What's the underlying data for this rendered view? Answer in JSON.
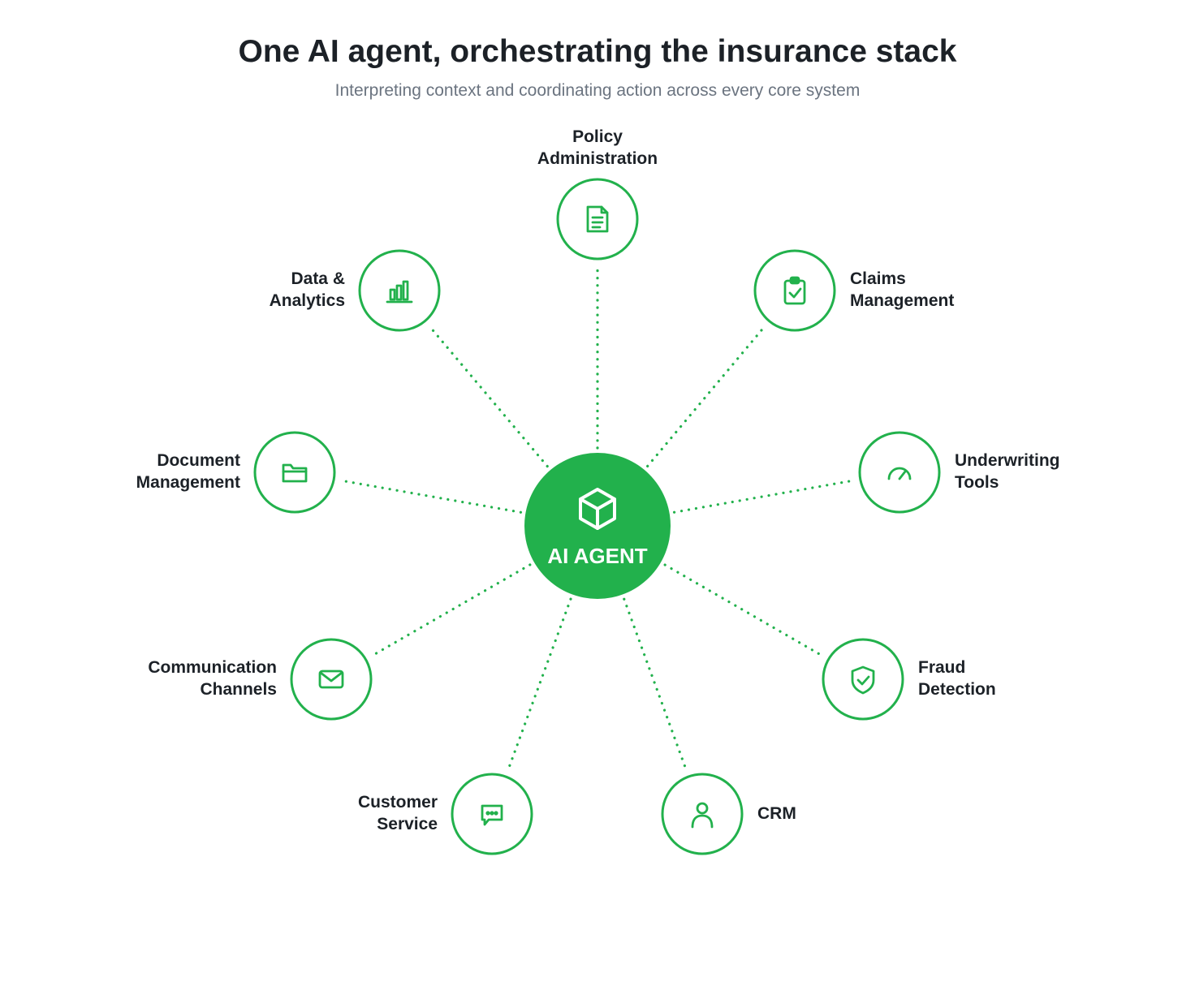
{
  "header": {
    "title": "One AI agent, orchestrating the insurance stack",
    "subtitle": "Interpreting context and coordinating action across every core system"
  },
  "hub": {
    "label": "AI AGENT",
    "icon": "cube-icon"
  },
  "colors": {
    "accent": "#22b14c",
    "text": "#1c2127",
    "muted": "#6b7480"
  },
  "nodes": [
    {
      "id": "policy-administration",
      "lines": [
        "Policy",
        "Administration"
      ],
      "icon": "document-icon"
    },
    {
      "id": "claims-management",
      "lines": [
        "Claims",
        "Management"
      ],
      "icon": "clipboard-check-icon"
    },
    {
      "id": "underwriting-tools",
      "lines": [
        "Underwriting",
        "Tools"
      ],
      "icon": "gauge-icon"
    },
    {
      "id": "fraud-detection",
      "lines": [
        "Fraud",
        "Detection"
      ],
      "icon": "shield-check-icon"
    },
    {
      "id": "crm",
      "lines": [
        "CRM"
      ],
      "icon": "user-icon"
    },
    {
      "id": "customer-service",
      "lines": [
        "Customer",
        "Service"
      ],
      "icon": "chat-bubble-icon"
    },
    {
      "id": "communication-channels",
      "lines": [
        "Communication",
        "Channels"
      ],
      "icon": "envelope-icon"
    },
    {
      "id": "document-management",
      "lines": [
        "Document",
        "Management"
      ],
      "icon": "folder-icon"
    },
    {
      "id": "data-analytics",
      "lines": [
        "Data &",
        "Analytics"
      ],
      "icon": "bar-chart-icon"
    }
  ]
}
